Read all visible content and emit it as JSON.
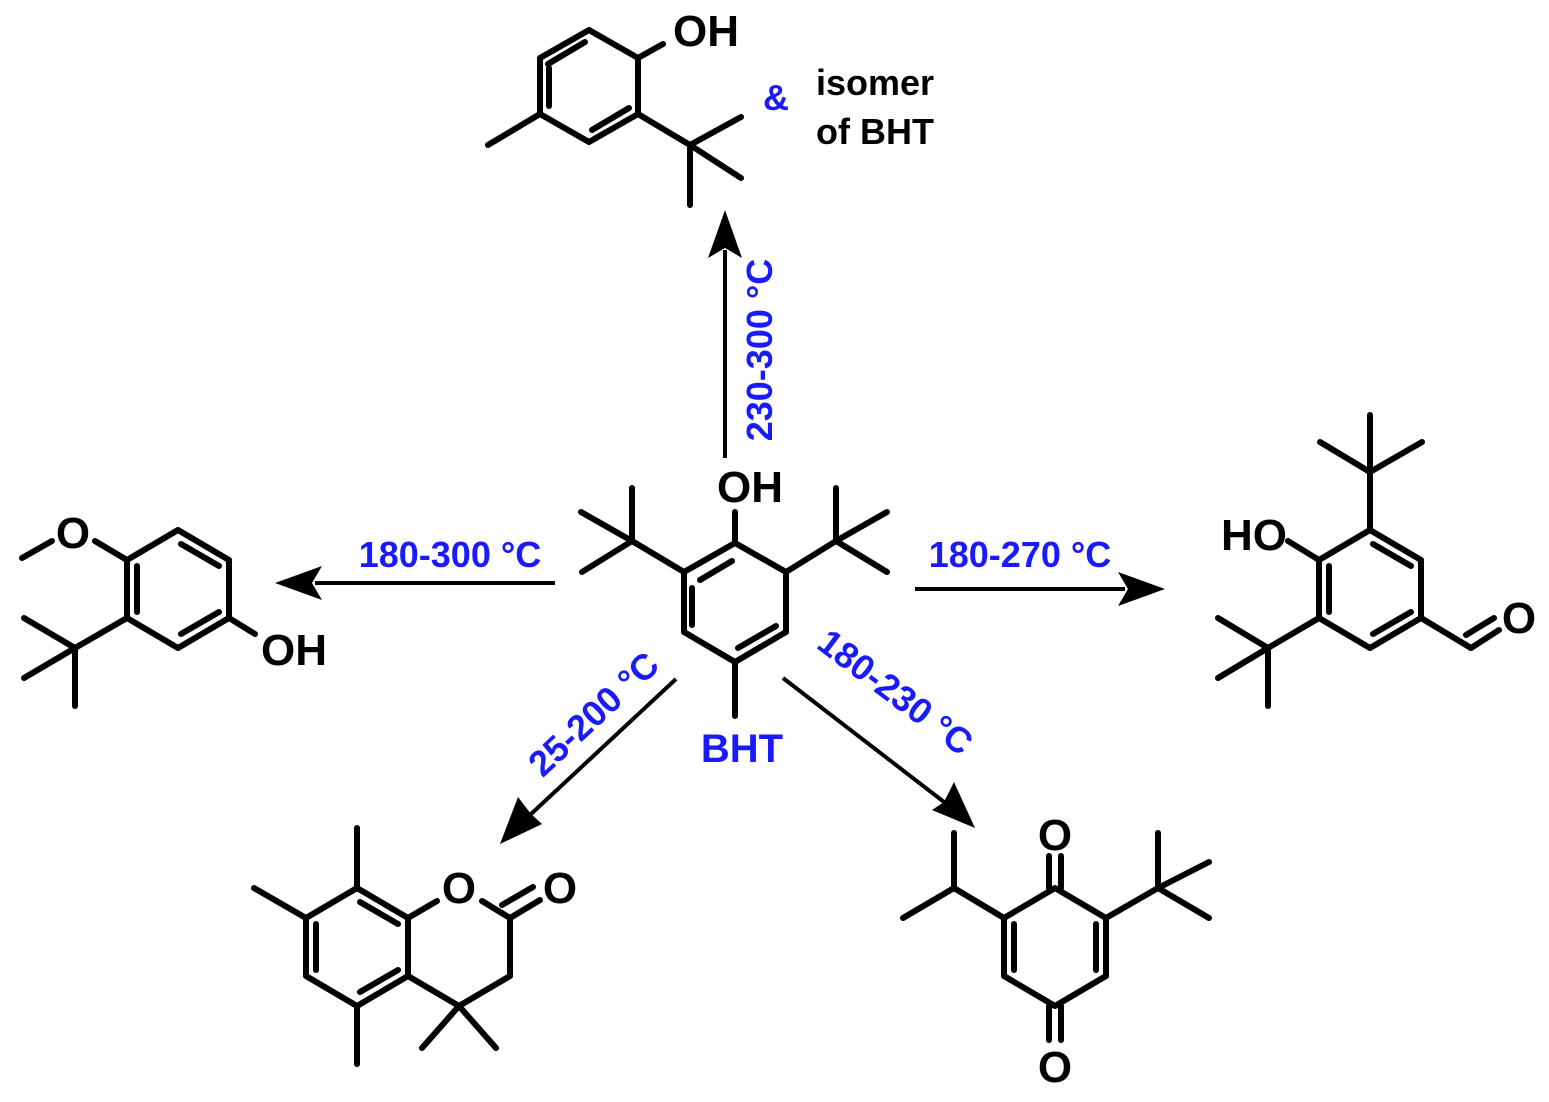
{
  "center": {
    "name": "BHT",
    "oh_label": "OH"
  },
  "conditions": {
    "up": "230-300 °C",
    "left": "180-300 °C",
    "right": "180-270 °C",
    "down_left": "25-200 °C",
    "down_right": "180-230 °C"
  },
  "products": {
    "top": {
      "oh_label": "OH",
      "ampersand": "&",
      "note_line1": "isomer",
      "note_line2": "of BHT"
    },
    "left": {
      "o_label": "O",
      "oh_label": "OH"
    },
    "right": {
      "ho_label": "HO",
      "o_label": "O"
    },
    "bottom_left": {
      "ring_o_label": "O",
      "carbonyl_o_label": "O"
    },
    "bottom_right": {
      "top_o_label": "O",
      "bottom_o_label": "O"
    }
  }
}
